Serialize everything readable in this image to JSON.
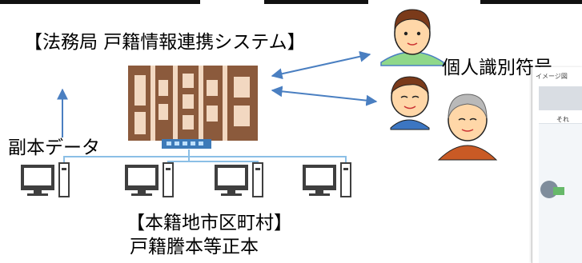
{
  "texts": {
    "system_label": "【法務局  戸籍情報連携システム】",
    "id_label": "個人識別符号",
    "copy_data_label": "副本データ",
    "municipality_label": "【本籍地市区町村】",
    "originals_label": "戸籍謄本等正本",
    "inset_caption": "イメージ図",
    "inset_sub": "それ"
  },
  "colors": {
    "arrow": "#4a7fc1",
    "line": "#8bbfe6",
    "server_fill": "#8b5a3c",
    "server_stripe": "#f2d8c1",
    "monitor_frame": "#3f3f3f",
    "monitor_screen": "#ffffff",
    "hub": "#3d7ab8",
    "person_skin": "#ffd7a8",
    "shirt_green": "#8fd88a",
    "shirt_blue": "#3c76c2",
    "shirt_orange": "#c95a25"
  },
  "icons": [
    "server-icon",
    "network-hub-icon",
    "computer-icon",
    "person-icon"
  ]
}
